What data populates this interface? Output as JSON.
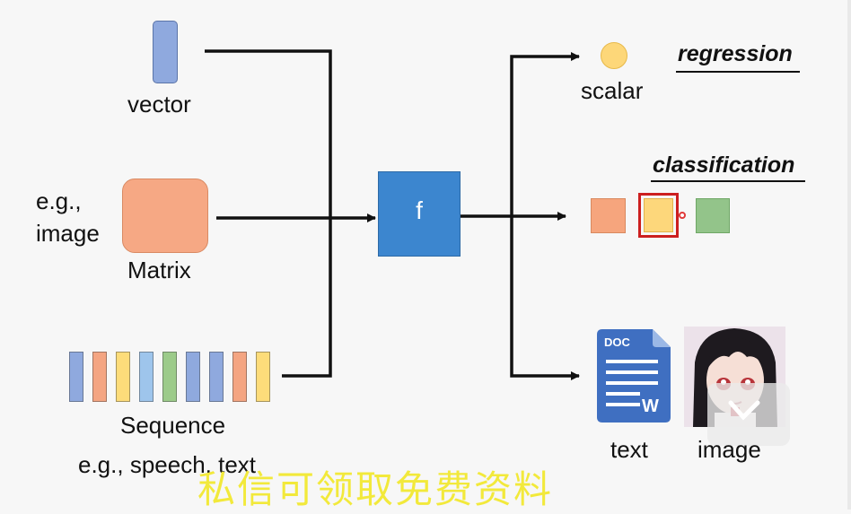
{
  "inputs": {
    "vector_label": "vector",
    "matrix_label": "Matrix",
    "matrix_example": [
      "e.g.,",
      "image"
    ],
    "sequence_label": "Sequence",
    "sequence_example": "e.g., speech, text",
    "sequence_colors": [
      "#8fa9de",
      "#f4a582",
      "#fddc7a",
      "#9ec5ec",
      "#9ccb8a",
      "#8fa9de",
      "#8fa9de",
      "#f4a582",
      "#fddc7a"
    ]
  },
  "function": {
    "label": "f",
    "color": "#3c86cf"
  },
  "outputs": {
    "regression_title": "regression",
    "scalar_label": "scalar",
    "classification_title": "classification",
    "class_colors": [
      "#f6a57d",
      "#fdd77b",
      "#93c48a"
    ],
    "text_label": "text",
    "image_label": "image",
    "doc_icon": {
      "badge": "DOC",
      "letter": "W"
    }
  },
  "watermark": "私信可领取免费资料",
  "colors": {
    "vector": "#8fa9de",
    "matrix": "#f6a884",
    "scalar": "#fdd779",
    "selected_border": "#cc1f1f",
    "doc_blue": "#3f6fc1"
  }
}
